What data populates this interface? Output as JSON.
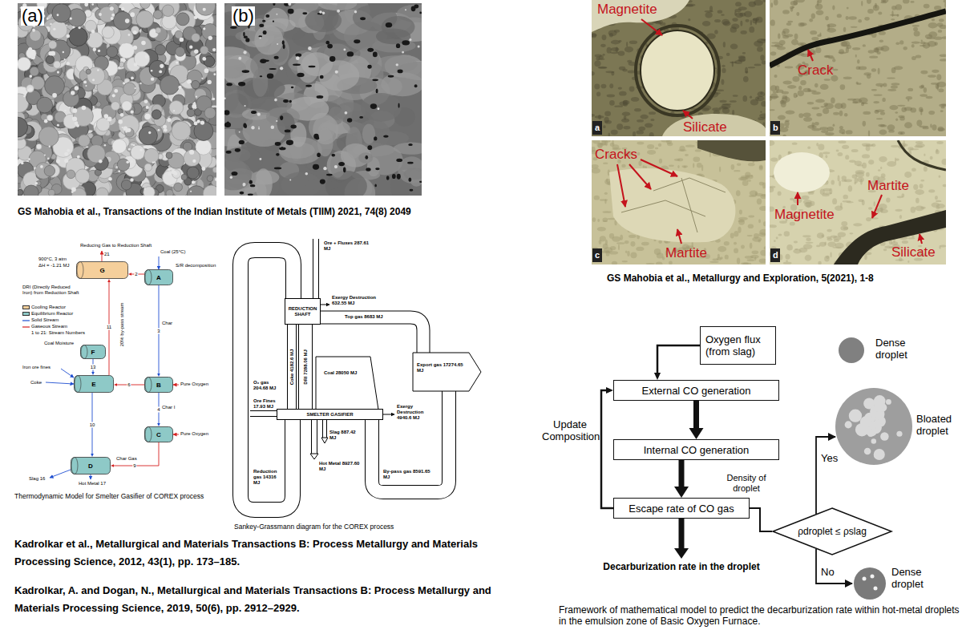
{
  "diagram": {
    "nodes": [
      {
        "text": [
          "G"
        ]
      },
      {
        "text": [
          "A"
        ]
      },
      {
        "text": [
          "F"
        ]
      },
      {
        "text": [
          "E"
        ]
      },
      {
        "text": [
          "B"
        ]
      },
      {
        "text": [
          "C"
        ]
      },
      {
        "text": [
          "D"
        ]
      },
      {
        "text": [
          "REDUCTION SHAFT"
        ]
      },
      {
        "text": [
          "SMELTER GASIFIER"
        ]
      },
      {
        "text": [
          "Oxygen flux (from slag)"
        ]
      },
      {
        "text": [
          "External CO generation"
        ]
      },
      {
        "text": [
          "Internal CO generation"
        ]
      },
      {
        "text": [
          "Escape rate of CO gas"
        ]
      },
      {
        "text": [
          "ρdroplet ≤ ρslag"
        ]
      }
    ],
    "edges": [
      {
        "from": 1,
        "to": 0,
        "label": "2",
        "arrow": "to"
      },
      {
        "from": 1,
        "to": 4,
        "label": "3",
        "arrow": "to"
      },
      {
        "from": 4,
        "to": 5,
        "label": "4",
        "arrow": "to"
      },
      {
        "from": 4,
        "to": 3,
        "label": "6",
        "arrow": "to"
      },
      {
        "from": 2,
        "to": 3,
        "label": "13",
        "arrow": "to"
      },
      {
        "from": 3,
        "to": 6,
        "label": "10",
        "arrow": "to"
      },
      {
        "from": 5,
        "to": 6,
        "label": "9",
        "arrow": "to"
      },
      {
        "from": 3,
        "to": 0,
        "label": "11",
        "arrow": "to"
      },
      {
        "from": 9,
        "to": 10,
        "arrow": "to"
      },
      {
        "from": 10,
        "to": 11,
        "arrow": "to"
      },
      {
        "from": 11,
        "to": 12,
        "arrow": "to"
      },
      {
        "from": 12,
        "to": 10,
        "label": "Update Composition",
        "arrow": "to"
      },
      {
        "from": 12,
        "to": 13,
        "label": "Density of droplet",
        "arrow": "none"
      }
    ],
    "labels": [
      "(a)",
      "(b)",
      "GS Mahobia et al., Transactions of the Indian Institute of Metals (TIIM) 2021, 74(8) 2049",
      "Magnetite",
      "Silicate",
      "a",
      "Crack",
      "b",
      "Cracks",
      "Martite",
      "c",
      "Martite",
      "Magnetite",
      "Silicate",
      "d",
      "GS Mahobia et al., Metallurgy and Exploration, 5(2021), 1-8",
      "Reducing Gas to Reduction Shaft",
      "21",
      "900°C, 3 atm",
      "ΔH = -1.21 MJ",
      "Coal (25°C)",
      "S/R decomposition",
      "DRI (Directly Reduced Iron) from Reduction Shaft",
      "Coal Moisture",
      "20% by-pass stream",
      "Char",
      "Iron ore fines",
      "Coke",
      "Pure Oxygen",
      "Char I",
      "Pure Oxygen",
      "Char Gas",
      "Slag 16",
      "Hot Metal 17",
      "Thermodynamic Model for Smelter Gasifier of COREX process",
      "Ore + Fluxes 287.61 MJ",
      "Exergy Destruction 632.55 MJ",
      "Top gas 8683 MJ",
      "Export gas 17274.65 MJ",
      "Coke 4182.6 MJ",
      "DRI 7288.06 MJ",
      "Coal 28050 MJ",
      "O₂ gas 204.68 MJ",
      "Ore Fines 17.93 MJ",
      "Exergy Destruction 4940.6 MJ",
      "Slag 887.42 MJ",
      "Hot Metal 8927.60 MJ",
      "By-pass gas 8591.65 MJ",
      "Reduction gas 14316 MJ",
      "Sankey-Grassmann diagram for the COREX process",
      "Kadrolkar et al., Metallurgical and Materials Transactions B: Process Metallurgy and Materials Processing Science, 2012, 43(1), pp. 173–185.",
      "Kadrolkar, A. and Dogan, N., Metallurgical and Materials Transactions B: Process Metallurgy and Materials Processing Science, 2019, 50(6), pp. 2912–2929.",
      "Dense droplet",
      "Bloated droplet",
      "Yes",
      "No",
      "Dense droplet",
      "Decarburization rate in the droplet",
      "Framework of mathematical model to predict the decarburization rate within hot-metal droplets in the emulsion zone of Basic Oxygen Furnace."
    ],
    "legend": [
      {
        "text": "Cooling Reactor",
        "color": "#f5cf9b"
      },
      {
        "text": "Equilibrium Reactor",
        "color": "#8ec9c7"
      },
      {
        "text": "Solid Stream"
      },
      {
        "text": "Gaseous Stream"
      },
      {
        "text": "1 to 21: Stream Numbers"
      }
    ]
  }
}
